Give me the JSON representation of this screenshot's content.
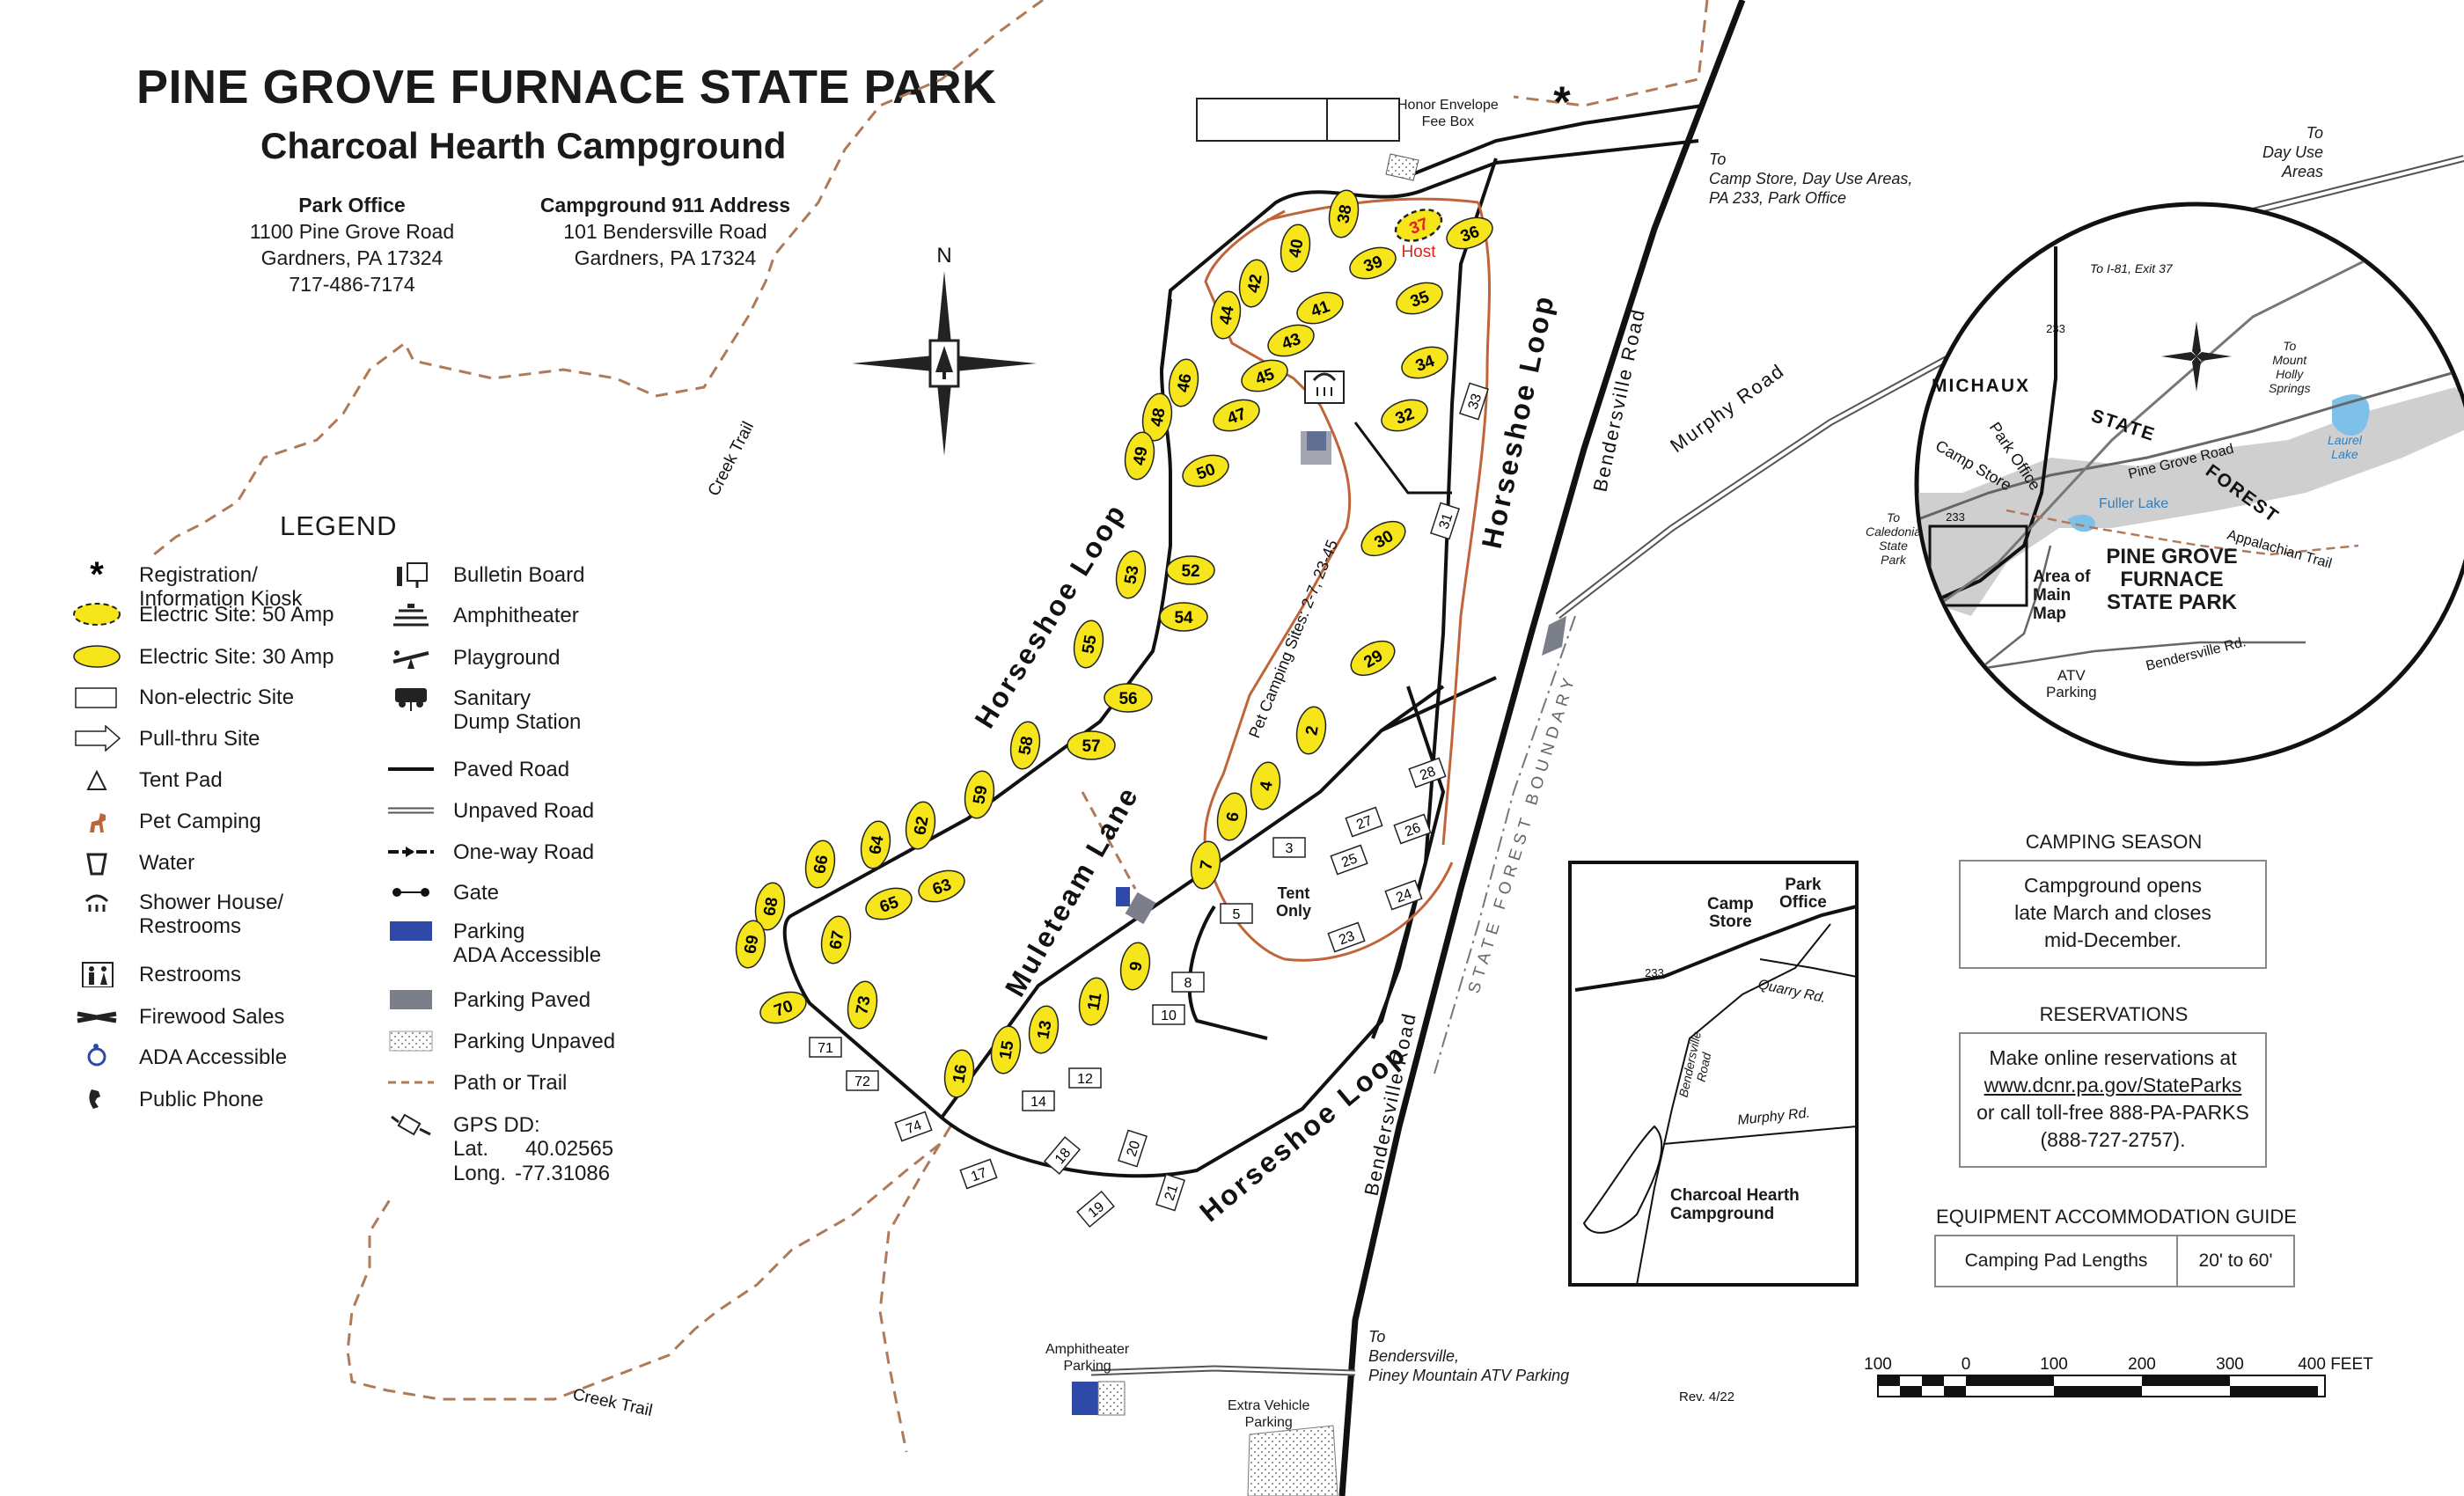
{
  "header": {
    "title": "PINE GROVE FURNACE STATE PARK",
    "subtitle": "Charcoal Hearth Campground"
  },
  "park_office": {
    "heading": "Park Office",
    "lines": [
      "1100 Pine Grove Road",
      "Gardners, PA 17324",
      "717-486-7174"
    ]
  },
  "campground_address": {
    "heading": "Campground 911 Address",
    "lines": [
      "101 Bendersville Road",
      "Gardners, PA 17324"
    ]
  },
  "legend": {
    "title": "LEGEND",
    "col1": [
      {
        "icon": "asterisk-icon",
        "label": "Registration/\nInformation Kiosk"
      },
      {
        "icon": "electric-50-icon",
        "label": "Electric Site: 50 Amp"
      },
      {
        "icon": "electric-30-icon",
        "label": "Electric Site: 30 Amp"
      },
      {
        "icon": "nonelectric-icon",
        "label": "Non-electric Site"
      },
      {
        "icon": "pull-thru-icon",
        "label": "Pull-thru Site"
      },
      {
        "icon": "tent-icon",
        "label": "Tent Pad"
      },
      {
        "icon": "dog-icon",
        "label": "Pet Camping"
      },
      {
        "icon": "water-icon",
        "label": "Water"
      },
      {
        "icon": "shower-icon",
        "label": "Shower House/\nRestrooms"
      },
      {
        "icon": "restroom-icon",
        "label": "Restrooms"
      },
      {
        "icon": "firewood-icon",
        "label": "Firewood Sales"
      },
      {
        "icon": "ada-icon",
        "label": "ADA Accessible"
      },
      {
        "icon": "phone-icon",
        "label": "Public Phone"
      }
    ],
    "col2": [
      {
        "icon": "bulletin-icon",
        "label": "Bulletin Board"
      },
      {
        "icon": "amphitheater-icon",
        "label": "Amphitheater"
      },
      {
        "icon": "playground-icon",
        "label": "Playground"
      },
      {
        "icon": "dump-station-icon",
        "label": "Sanitary\nDump Station"
      },
      {
        "icon": "paved-road-icon",
        "label": "Paved Road"
      },
      {
        "icon": "unpaved-road-icon",
        "label": "Unpaved Road"
      },
      {
        "icon": "one-way-icon",
        "label": "One-way Road"
      },
      {
        "icon": "gate-icon",
        "label": "Gate"
      },
      {
        "icon": "parking-ada-icon",
        "label": "Parking\nADA Accessible"
      },
      {
        "icon": "parking-paved-icon",
        "label": "Parking Paved"
      },
      {
        "icon": "parking-unpaved-icon",
        "label": "Parking Unpaved"
      },
      {
        "icon": "trail-icon",
        "label": "Path or Trail"
      },
      {
        "icon": "gps-icon",
        "label": "GPS DD:"
      }
    ],
    "gps_lat_label": "Lat.",
    "gps_lat": "40.02565",
    "gps_long_label": "Long.",
    "gps_long": "-77.31086"
  },
  "map_labels": {
    "north": "N",
    "honor_box": "Honor Envelope\nFee Box",
    "host": "Host",
    "to_camp_store": "To\nCamp Store, Day Use Areas,\nPA 233, Park Office",
    "to_day_use": "To\nDay Use Areas",
    "to_bendersville": "To\nBendersville,\nPiney Mountain ATV Parking",
    "amphitheater_parking": "Amphitheater\nParking",
    "extra_parking": "Extra Vehicle\nParking",
    "tent_only": "Tent\nOnly",
    "horseshoe_loop": "Horseshoe Loop",
    "muleteam_lane": "Muleteam Lane",
    "pet_sites": "Pet Camping Sites: 2-7, 23-45",
    "bendersville_road": "Bendersville Road",
    "murphy_road": "Murphy Road",
    "state_forest_boundary": "STATE FOREST BOUNDARY",
    "creek_trail": "Creek Trail",
    "revision": "Rev. 4/22"
  },
  "sites": {
    "electric50": [
      "37"
    ],
    "electric30": [
      "38",
      "39",
      "40",
      "41",
      "42",
      "43",
      "44",
      "45",
      "46",
      "47",
      "48",
      "49",
      "50",
      "52",
      "53",
      "54",
      "55",
      "56",
      "57",
      "58",
      "59",
      "62",
      "63",
      "64",
      "65",
      "66",
      "67",
      "68",
      "69",
      "70",
      "73",
      "36",
      "35",
      "34",
      "32",
      "30",
      "29",
      "2",
      "4",
      "6",
      "7",
      "9",
      "11",
      "13",
      "15",
      "16"
    ],
    "nonelectric": [
      "33",
      "31",
      "28",
      "27",
      "26",
      "25",
      "24",
      "23",
      "3",
      "5",
      "8",
      "10",
      "12",
      "14",
      "17",
      "18",
      "19",
      "20",
      "21",
      "71",
      "72",
      "74"
    ]
  },
  "locator": {
    "michaux": "MICHAUX",
    "state": "STATE",
    "forest": "FOREST",
    "park_name": "PINE GROVE\nFURNACE\nSTATE PARK",
    "area_main": "Area of\nMain\nMap",
    "to_i81": "To\nI-81, Exit 37",
    "to_laurel": "To\nMount\nHolly\nSprings",
    "laurel_lake": "Laurel\nLake",
    "fuller_lake": "Fuller Lake",
    "to_caledonia": "To\nCaledonia\nState\nPark",
    "pine_grove_rd": "Pine   Grove   Road",
    "appalachian": "Appalachian  Trail",
    "camp_store": "Camp Store",
    "park_office": "Park Office",
    "atv_parking": "ATV\nParking",
    "bendersville_rd": "Bendersville Rd.",
    "route": "233"
  },
  "inset": {
    "camp_store": "Camp\nStore",
    "park_office": "Park\nOffice",
    "quarry": "Quarry  Rd.",
    "murphy": "Murphy  Rd.",
    "bendersville": "Bendersville\nRoad",
    "campground": "Charcoal Hearth\nCampground",
    "route": "233"
  },
  "camping_season": {
    "title": "CAMPING SEASON",
    "text": "Campground opens\nlate March and closes\nmid-December."
  },
  "reservations": {
    "title": "RESERVATIONS",
    "line1": "Make online reservations at",
    "url": "www.dcnr.pa.gov/StateParks",
    "line3": "or call toll-free 888-PA-PARKS",
    "line4": "(888-727-2757)."
  },
  "equipment": {
    "title": "EQUIPMENT ACCOMMODATION GUIDE",
    "label": "Camping Pad Lengths",
    "value": "20' to 60'"
  },
  "scale": {
    "ticks": [
      "100",
      "0",
      "100",
      "200",
      "300",
      "400 FEET"
    ]
  },
  "colors": {
    "electric": "#f5e51a",
    "trail": "#b07a58",
    "pet_path": "#c0653a",
    "ada_blue": "#2e49a8",
    "parking_gray": "#7a7f8a"
  }
}
